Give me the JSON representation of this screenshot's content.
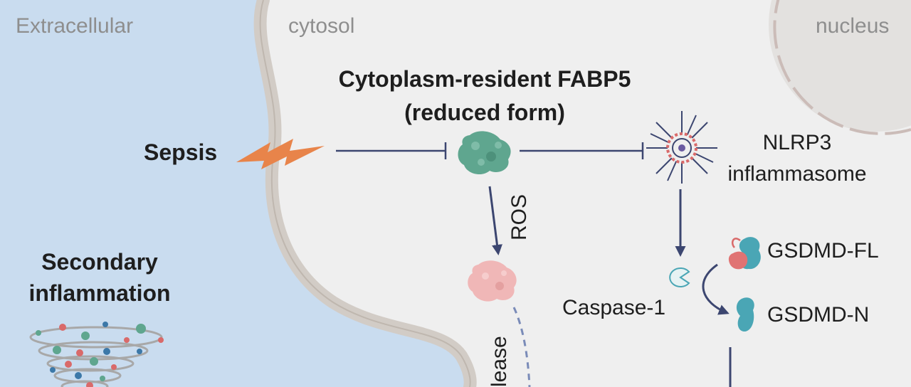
{
  "regions": {
    "extracellular": "Extracellular",
    "cytosol": "cytosol",
    "nucleus": "nucleus"
  },
  "labels": {
    "fabp5_line1": "Cytoplasm-resident FABP5",
    "fabp5_line2": "(reduced form)",
    "sepsis": "Sepsis",
    "nlrp3_line1": "NLRP3",
    "nlrp3_line2": "inflammasome",
    "ros": "ROS",
    "secondary_line1": "Secondary",
    "secondary_line2": "inflammation",
    "gsdmd_fl": "GSDMD-FL",
    "gsdmd_n": "GSDMD-N",
    "caspase": "Caspase-1",
    "release_partial": "lease"
  },
  "colors": {
    "extracellular_bg": "#c9dcef",
    "cytosol_bg": "#efefef",
    "nucleus_fill": "#e3e1df",
    "membrane": "#d2ccc6",
    "arrow": "#3c4670",
    "fabp5_reduced": "#5fa68f",
    "fabp5_oxidized": "#f0b7b7",
    "sepsis_bolt": "#e8844a",
    "gsdmd_teal": "#4aa6b5",
    "gsdmd_red": "#e07373"
  }
}
